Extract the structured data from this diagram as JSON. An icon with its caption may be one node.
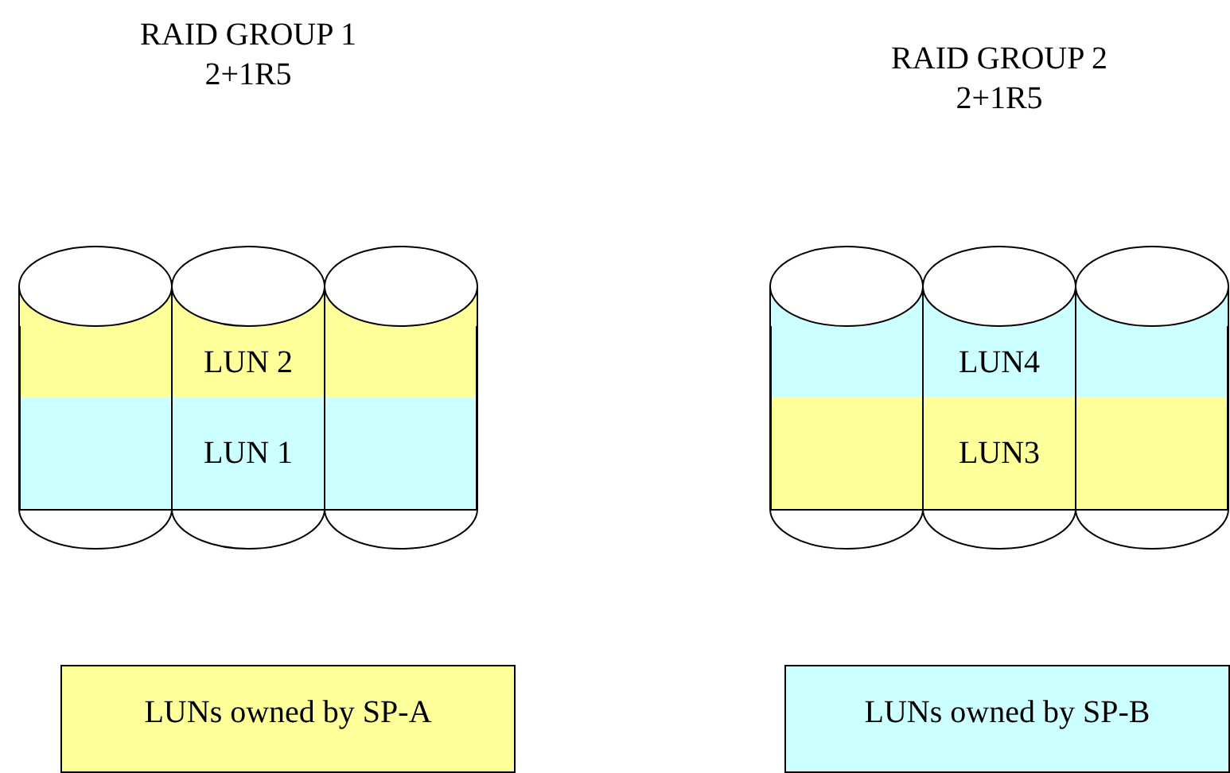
{
  "diagram": {
    "nodes": [
      {
        "text": [
          "RAID GROUP 1 2+1R5"
        ]
      },
      {
        "text": [
          "LUN 2"
        ],
        "in": 0
      },
      {
        "text": [
          "LUN 1"
        ],
        "in": 0
      },
      {
        "text": [
          "RAID GROUP 2 2+1R5"
        ]
      },
      {
        "text": [
          "LUN4"
        ],
        "in": 3
      },
      {
        "text": [
          "LUN3"
        ],
        "in": 3
      }
    ],
    "legend": [
      {
        "text": "LUNs owned by SP-A",
        "color": "#ffff99"
      },
      {
        "text": "LUNs owned by SP-B",
        "color": "#ccffff"
      }
    ]
  }
}
